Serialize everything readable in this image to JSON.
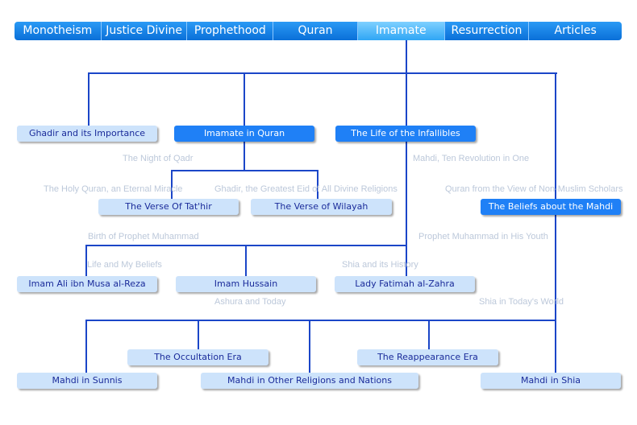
{
  "nav": {
    "tabs": [
      {
        "label": "Monotheism"
      },
      {
        "label": "Justice Divine"
      },
      {
        "label": "Prophethood"
      },
      {
        "label": "Quran"
      },
      {
        "label": "Imamate",
        "active": true
      },
      {
        "label": "Resurrection"
      },
      {
        "label": "Articles"
      }
    ]
  },
  "background_items": [
    "The Night of Qadr",
    "Mahdi, Ten Revolution in One",
    "The Holy Quran, an Eternal Miracle",
    "Ghadir, the Greatest Eid of All Divine Religions",
    "Quran from the View of Non-Muslim Scholars",
    "Birth of Prophet Muhammad",
    "Prophet Muhammad in His Youth",
    "Life and My Beliefs",
    "Shia and its History",
    "Ashura and Today",
    "Shia in Today's World"
  ],
  "tree": {
    "ghadir": "Ghadir and its Importance",
    "imamate_quran": "Imamate in Quran",
    "infallibles": "The Life of the Infallibles",
    "tathir": "The Verse Of Tat'hir",
    "wilayah": "The Verse of Wilayah",
    "beliefs_mahdi": "The Beliefs about the Mahdi",
    "reza": "Imam Ali ibn Musa al-Reza",
    "hussain": "Imam Hussain",
    "fatimah": "Lady Fatimah al-Zahra",
    "occultation": "The Occultation Era",
    "reappearance": "The Reappearance Era",
    "sunnis": "Mahdi in Sunnis",
    "other": "Mahdi in Other Religions and Nations",
    "shia": "Mahdi in Shia"
  },
  "colors": {
    "line": "#1b46c8",
    "active": "#1f80f6",
    "light": "#cde3fb"
  }
}
